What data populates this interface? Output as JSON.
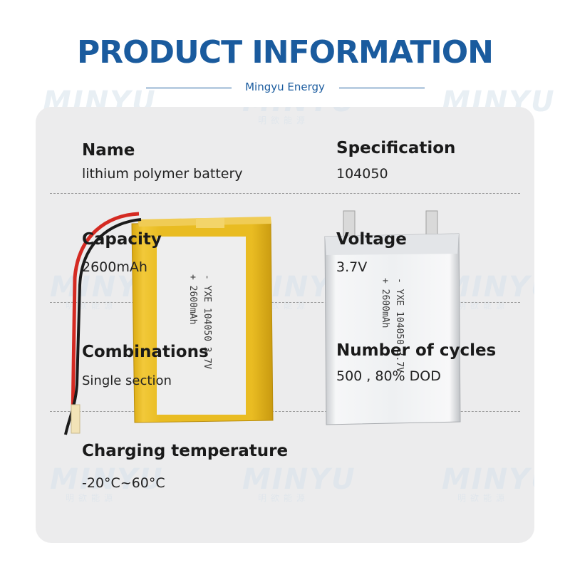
{
  "header": {
    "title": "PRODUCT INFORMATION",
    "subtitle": "Mingyu Energy"
  },
  "watermark": {
    "brand": "MINYU",
    "cn": "明欲能源"
  },
  "specs": {
    "name": {
      "label": "Name",
      "value": "lithium polymer battery"
    },
    "specification": {
      "label": "Specification",
      "value": "104050"
    },
    "capacity": {
      "label": "Capacity",
      "value": "2600mAh"
    },
    "voltage": {
      "label": "Voltage",
      "value": "3.7V"
    },
    "combinations": {
      "label": "Combinations",
      "value": "Single section"
    },
    "cycles": {
      "label": "Number of cycles",
      "value": "500 ,  80% DOD"
    },
    "charging_temp": {
      "label": "Charging temperature",
      "value": "-20°C~60°C"
    }
  },
  "battery_print": {
    "line1": "-  YXE 104050 3.7V",
    "line2": "+  2600mAh"
  },
  "colors": {
    "brand_blue": "#1a5b9e",
    "panel_bg": "#ececed",
    "battery_yellow": "#e7b91e"
  }
}
